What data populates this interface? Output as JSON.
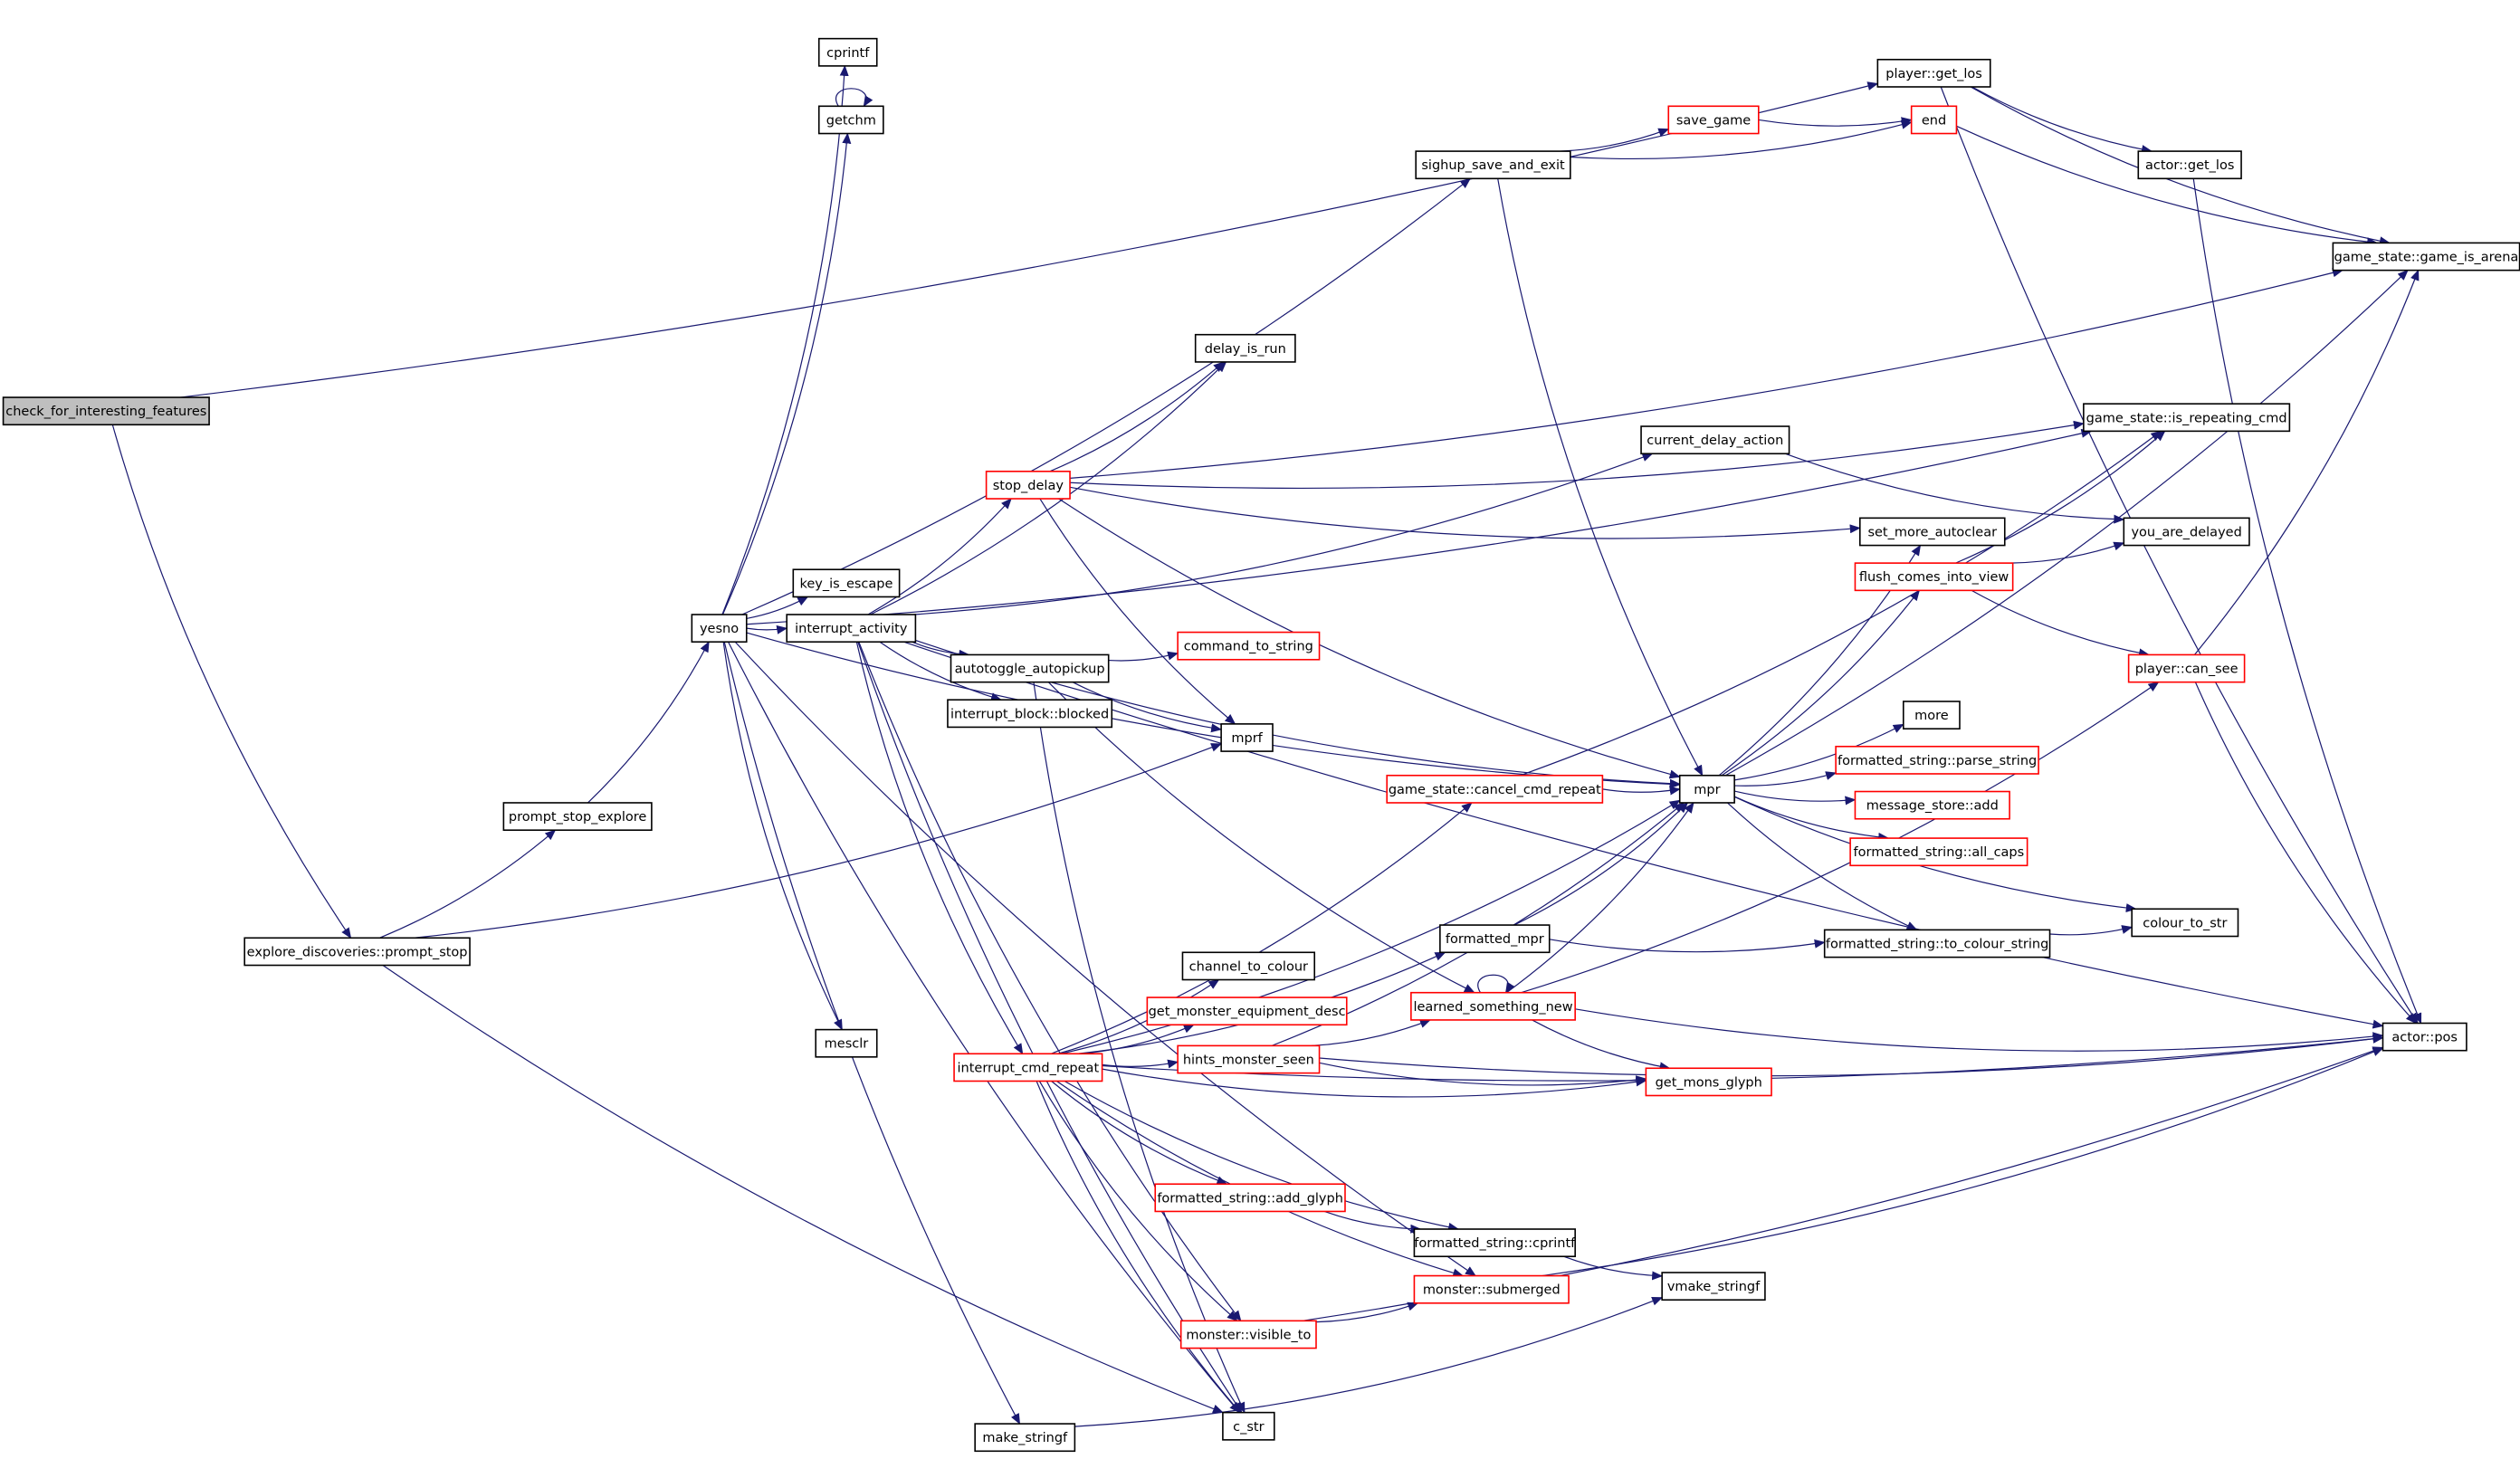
{
  "colors": {
    "edge": "#191970",
    "node_border": "#000000",
    "node_border_truncated": "#ff0000",
    "root_fill": "#bfbfbf",
    "background": "#ffffff"
  },
  "nodes": [
    {
      "id": "check_for_interesting_features",
      "label": "check_for_interesting_features",
      "style": "root"
    },
    {
      "id": "cprintf",
      "label": "cprintf",
      "style": "black"
    },
    {
      "id": "getchm",
      "label": "getchm",
      "style": "black"
    },
    {
      "id": "player_get_los",
      "label": "player::get_los",
      "style": "black"
    },
    {
      "id": "save_game",
      "label": "save_game",
      "style": "red"
    },
    {
      "id": "end",
      "label": "end",
      "style": "red"
    },
    {
      "id": "sighup_save_and_exit",
      "label": "sighup_save_and_exit",
      "style": "black"
    },
    {
      "id": "actor_get_los",
      "label": "actor::get_los",
      "style": "black"
    },
    {
      "id": "game_is_arena",
      "label": "game_state::game_is_arena",
      "style": "black"
    },
    {
      "id": "delay_is_run",
      "label": "delay_is_run",
      "style": "black"
    },
    {
      "id": "is_repeating_cmd",
      "label": "game_state::is_repeating_cmd",
      "style": "black"
    },
    {
      "id": "current_delay_action",
      "label": "current_delay_action",
      "style": "black"
    },
    {
      "id": "stop_delay",
      "label": "stop_delay",
      "style": "red"
    },
    {
      "id": "set_more_autoclear",
      "label": "set_more_autoclear",
      "style": "black"
    },
    {
      "id": "you_are_delayed",
      "label": "you_are_delayed",
      "style": "black"
    },
    {
      "id": "flush_comes_into_view",
      "label": "flush_comes_into_view",
      "style": "red"
    },
    {
      "id": "key_is_escape",
      "label": "key_is_escape",
      "style": "black"
    },
    {
      "id": "yesno",
      "label": "yesno",
      "style": "black"
    },
    {
      "id": "interrupt_activity",
      "label": "interrupt_activity",
      "style": "black"
    },
    {
      "id": "command_to_string",
      "label": "command_to_string",
      "style": "red"
    },
    {
      "id": "autotoggle_autopickup",
      "label": "autotoggle_autopickup",
      "style": "black"
    },
    {
      "id": "player_can_see",
      "label": "player::can_see",
      "style": "red"
    },
    {
      "id": "interrupt_block_blocked",
      "label": "interrupt_block::blocked",
      "style": "black"
    },
    {
      "id": "more",
      "label": "more",
      "style": "black"
    },
    {
      "id": "mprf",
      "label": "mprf",
      "style": "black"
    },
    {
      "id": "parse_string",
      "label": "formatted_string::parse_string",
      "style": "red"
    },
    {
      "id": "cancel_cmd_repeat",
      "label": "game_state::cancel_cmd_repeat",
      "style": "red"
    },
    {
      "id": "mpr",
      "label": "mpr",
      "style": "black"
    },
    {
      "id": "message_store_add",
      "label": "message_store::add",
      "style": "red"
    },
    {
      "id": "prompt_stop_explore",
      "label": "prompt_stop_explore",
      "style": "black"
    },
    {
      "id": "all_caps",
      "label": "formatted_string::all_caps",
      "style": "red"
    },
    {
      "id": "colour_to_str",
      "label": "colour_to_str",
      "style": "black"
    },
    {
      "id": "formatted_mpr",
      "label": "formatted_mpr",
      "style": "black"
    },
    {
      "id": "to_colour_string",
      "label": "formatted_string::to_colour_string",
      "style": "black"
    },
    {
      "id": "explore_prompt_stop",
      "label": "explore_discoveries::prompt_stop",
      "style": "black"
    },
    {
      "id": "channel_to_colour",
      "label": "channel_to_colour",
      "style": "black"
    },
    {
      "id": "get_monster_equipment_desc",
      "label": "get_monster_equipment_desc",
      "style": "red"
    },
    {
      "id": "learned_something_new",
      "label": "learned_something_new",
      "style": "red"
    },
    {
      "id": "actor_pos",
      "label": "actor::pos",
      "style": "black"
    },
    {
      "id": "mesclr",
      "label": "mesclr",
      "style": "black"
    },
    {
      "id": "interrupt_cmd_repeat",
      "label": "interrupt_cmd_repeat",
      "style": "red"
    },
    {
      "id": "hints_monster_seen",
      "label": "hints_monster_seen",
      "style": "red"
    },
    {
      "id": "get_mons_glyph",
      "label": "get_mons_glyph",
      "style": "red"
    },
    {
      "id": "add_glyph",
      "label": "formatted_string::add_glyph",
      "style": "red"
    },
    {
      "id": "fs_cprintf",
      "label": "formatted_string::cprintf",
      "style": "black"
    },
    {
      "id": "vmake_stringf",
      "label": "vmake_stringf",
      "style": "black"
    },
    {
      "id": "monster_submerged",
      "label": "monster::submerged",
      "style": "red"
    },
    {
      "id": "monster_visible_to",
      "label": "monster::visible_to",
      "style": "red"
    },
    {
      "id": "c_str",
      "label": "c_str",
      "style": "black"
    },
    {
      "id": "make_stringf",
      "label": "make_stringf",
      "style": "black"
    }
  ],
  "edges": [
    [
      "check_for_interesting_features",
      "player_get_los"
    ],
    [
      "check_for_interesting_features",
      "explore_prompt_stop"
    ],
    [
      "explore_prompt_stop",
      "prompt_stop_explore"
    ],
    [
      "explore_prompt_stop",
      "mprf"
    ],
    [
      "explore_prompt_stop",
      "c_str"
    ],
    [
      "prompt_stop_explore",
      "yesno"
    ],
    [
      "yesno",
      "cprintf"
    ],
    [
      "yesno",
      "getchm"
    ],
    [
      "yesno",
      "sighup_save_and_exit"
    ],
    [
      "yesno",
      "is_repeating_cmd"
    ],
    [
      "yesno",
      "key_is_escape"
    ],
    [
      "yesno",
      "interrupt_activity"
    ],
    [
      "yesno",
      "mesclr"
    ],
    [
      "yesno",
      "make_stringf"
    ],
    [
      "yesno",
      "mpr"
    ],
    [
      "yesno",
      "monster_submerged"
    ],
    [
      "yesno",
      "c_str"
    ],
    [
      "getchm",
      "getchm"
    ],
    [
      "sighup_save_and_exit",
      "save_game"
    ],
    [
      "sighup_save_and_exit",
      "end"
    ],
    [
      "sighup_save_and_exit",
      "mpr"
    ],
    [
      "save_game",
      "end"
    ],
    [
      "end",
      "game_is_arena"
    ],
    [
      "player_get_los",
      "actor_get_los"
    ],
    [
      "player_get_los",
      "game_is_arena"
    ],
    [
      "player_get_los",
      "actor_pos"
    ],
    [
      "actor_get_los",
      "actor_pos"
    ],
    [
      "interrupt_activity",
      "delay_is_run"
    ],
    [
      "interrupt_activity",
      "current_delay_action"
    ],
    [
      "interrupt_activity",
      "stop_delay"
    ],
    [
      "interrupt_activity",
      "autotoggle_autopickup"
    ],
    [
      "interrupt_activity",
      "interrupt_block_blocked"
    ],
    [
      "interrupt_activity",
      "mpr"
    ],
    [
      "interrupt_activity",
      "interrupt_cmd_repeat"
    ],
    [
      "interrupt_activity",
      "monster_visible_to"
    ],
    [
      "interrupt_activity",
      "c_str"
    ],
    [
      "interrupt_activity",
      "actor_pos"
    ],
    [
      "stop_delay",
      "delay_is_run"
    ],
    [
      "stop_delay",
      "game_is_arena"
    ],
    [
      "stop_delay",
      "is_repeating_cmd"
    ],
    [
      "stop_delay",
      "set_more_autoclear"
    ],
    [
      "stop_delay",
      "mpr"
    ],
    [
      "stop_delay",
      "mprf"
    ],
    [
      "current_delay_action",
      "you_are_delayed"
    ],
    [
      "autotoggle_autopickup",
      "command_to_string"
    ],
    [
      "autotoggle_autopickup",
      "mprf"
    ],
    [
      "autotoggle_autopickup",
      "learned_something_new"
    ],
    [
      "autotoggle_autopickup",
      "c_str"
    ],
    [
      "flush_comes_into_view",
      "you_are_delayed"
    ],
    [
      "flush_comes_into_view",
      "is_repeating_cmd"
    ],
    [
      "flush_comes_into_view",
      "player_can_see"
    ],
    [
      "player_can_see",
      "game_is_arena"
    ],
    [
      "player_can_see",
      "actor_pos"
    ],
    [
      "mpr",
      "set_more_autoclear"
    ],
    [
      "mpr",
      "flush_comes_into_view"
    ],
    [
      "mpr",
      "more"
    ],
    [
      "mpr",
      "parse_string"
    ],
    [
      "mpr",
      "message_store_add"
    ],
    [
      "mpr",
      "all_caps"
    ],
    [
      "mpr",
      "colour_to_str"
    ],
    [
      "mpr",
      "to_colour_string"
    ],
    [
      "mpr",
      "game_is_arena"
    ],
    [
      "cancel_cmd_repeat",
      "is_repeating_cmd"
    ],
    [
      "cancel_cmd_repeat",
      "mpr"
    ],
    [
      "formatted_mpr",
      "mpr"
    ],
    [
      "formatted_mpr",
      "to_colour_string"
    ],
    [
      "to_colour_string",
      "colour_to_str"
    ],
    [
      "learned_something_new",
      "learned_something_new"
    ],
    [
      "learned_something_new",
      "mpr"
    ],
    [
      "learned_something_new",
      "player_can_see"
    ],
    [
      "learned_something_new",
      "actor_pos"
    ],
    [
      "learned_something_new",
      "get_mons_glyph"
    ],
    [
      "interrupt_cmd_repeat",
      "cancel_cmd_repeat"
    ],
    [
      "interrupt_cmd_repeat",
      "mpr"
    ],
    [
      "interrupt_cmd_repeat",
      "formatted_mpr"
    ],
    [
      "interrupt_cmd_repeat",
      "channel_to_colour"
    ],
    [
      "interrupt_cmd_repeat",
      "get_monster_equipment_desc"
    ],
    [
      "interrupt_cmd_repeat",
      "hints_monster_seen"
    ],
    [
      "interrupt_cmd_repeat",
      "get_mons_glyph"
    ],
    [
      "interrupt_cmd_repeat",
      "actor_pos"
    ],
    [
      "interrupt_cmd_repeat",
      "add_glyph"
    ],
    [
      "interrupt_cmd_repeat",
      "fs_cprintf"
    ],
    [
      "interrupt_cmd_repeat",
      "monster_submerged"
    ],
    [
      "interrupt_cmd_repeat",
      "monster_visible_to"
    ],
    [
      "interrupt_cmd_repeat",
      "c_str"
    ],
    [
      "hints_monster_seen",
      "learned_something_new"
    ],
    [
      "hints_monster_seen",
      "mpr"
    ],
    [
      "hints_monster_seen",
      "get_mons_glyph"
    ],
    [
      "hints_monster_seen",
      "actor_pos"
    ],
    [
      "add_glyph",
      "fs_cprintf"
    ],
    [
      "fs_cprintf",
      "vmake_stringf"
    ],
    [
      "monster_submerged",
      "actor_pos"
    ],
    [
      "monster_visible_to",
      "monster_submerged"
    ],
    [
      "monster_visible_to",
      "actor_pos"
    ],
    [
      "make_stringf",
      "vmake_stringf"
    ]
  ]
}
